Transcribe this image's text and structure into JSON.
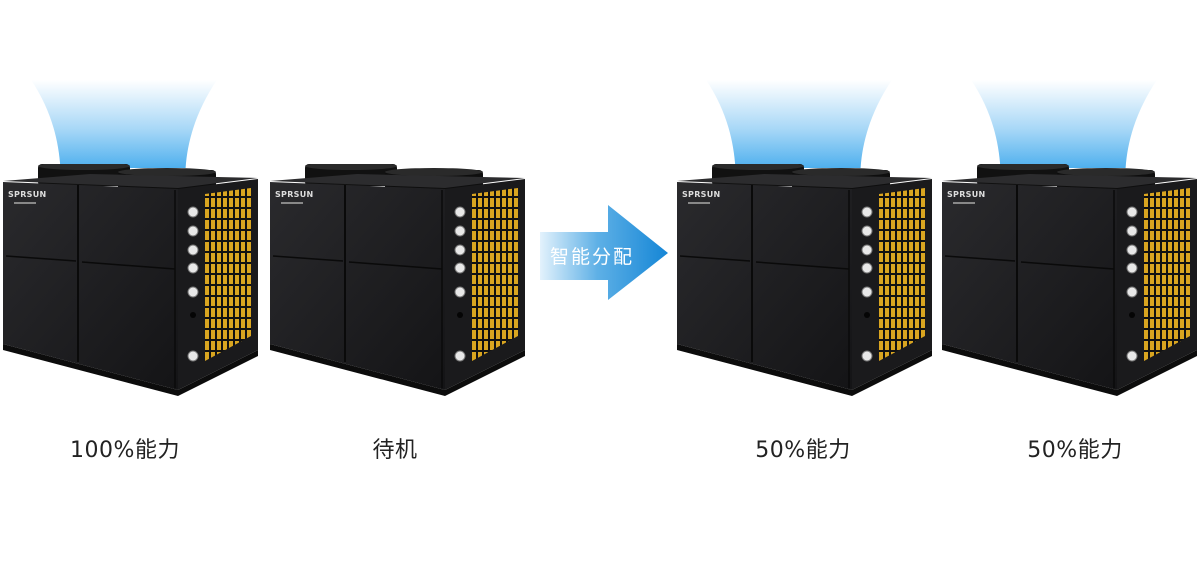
{
  "brand": "SPRSUN",
  "colors": {
    "arrow": "#1a8ad8",
    "airflow": "#5ab4ec",
    "grille": "#d9a520",
    "unit_body": "#1c1c1e"
  },
  "arrow": {
    "label": "智能分配"
  },
  "units": [
    {
      "label": "100%能力",
      "airflow": true
    },
    {
      "label": "待机",
      "airflow": false
    },
    {
      "label": "50%能力",
      "airflow": true
    },
    {
      "label": "50%能力",
      "airflow": true
    }
  ]
}
